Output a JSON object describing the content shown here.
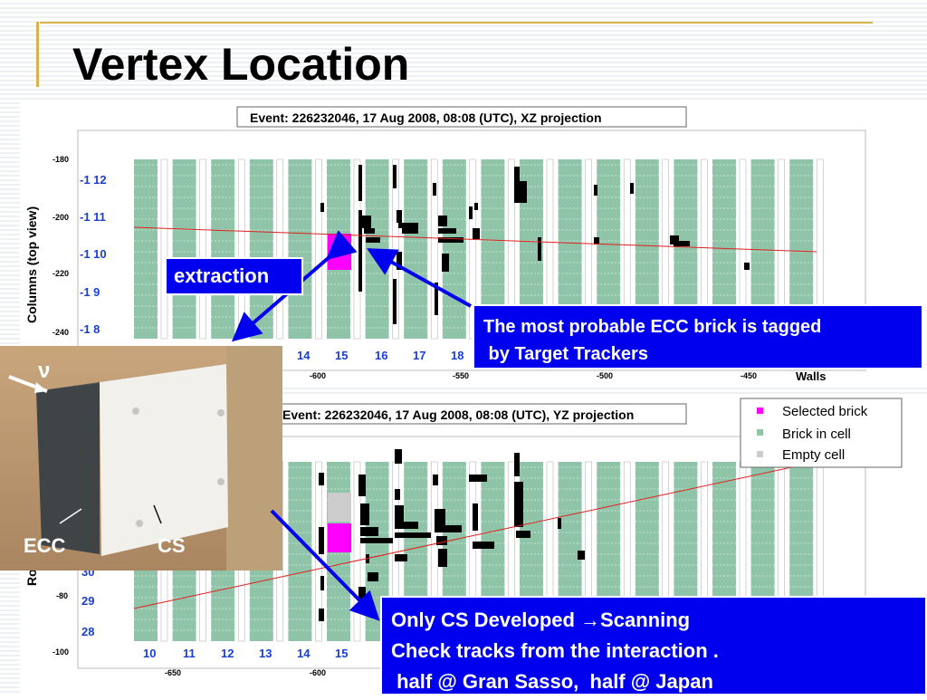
{
  "slide": {
    "title": "Vertex Location"
  },
  "xz_plot": {
    "event_label": "Event: 226232046, 17 Aug 2008, 08:08 (UTC), XZ projection",
    "ylabel": "Columns (top view)",
    "xlabel": "Walls",
    "y_ticks": [
      "-180",
      "-200",
      "-220",
      "-240"
    ],
    "x_ticks": [
      "-600",
      "-550",
      "-500",
      "-450"
    ],
    "row_labels": [
      "-1 12",
      "-1 11",
      "-1 10",
      "-1  9",
      "-1  8"
    ],
    "wall_labels": [
      "14",
      "15",
      "16",
      "17",
      "18"
    ]
  },
  "yz_plot": {
    "event_label": "Event: 226232046, 17 Aug 2008, 08:08 (UTC), YZ projection",
    "ylabel": "Rows",
    "y_ticks": [
      "-80",
      "-100"
    ],
    "x_ticks": [
      "-650",
      "-600"
    ],
    "row_labels": [
      "30",
      "29",
      "28"
    ],
    "wall_labels": [
      "10",
      "11",
      "12",
      "13",
      "14",
      "15"
    ],
    "legend": [
      {
        "label": "Selected brick",
        "color": "#ff00ff"
      },
      {
        "label": "Brick in cell",
        "color": "#8fc4a8"
      },
      {
        "label": "Empty cell",
        "color": "#cccccc"
      }
    ]
  },
  "photo": {
    "nu_label": "ν",
    "ecc_label": "ECC",
    "cs_label": "CS"
  },
  "callouts": {
    "extraction": "extraction",
    "tagged_line1": "The most probable ECC brick is tagged",
    "tagged_line2": " by Target Trackers",
    "cs_line1": "Only CS Developed →Scanning",
    "cs_line2": "Check tracks from the interaction .",
    "cs_line3": " half @ Gran Sasso,  half @ Japan"
  },
  "colors": {
    "brick": "#8fc4a8",
    "selected": "#ff00ff",
    "empty": "#cccccc",
    "callout_bg": "#0000ee",
    "title_rule": "#d8b34a"
  }
}
